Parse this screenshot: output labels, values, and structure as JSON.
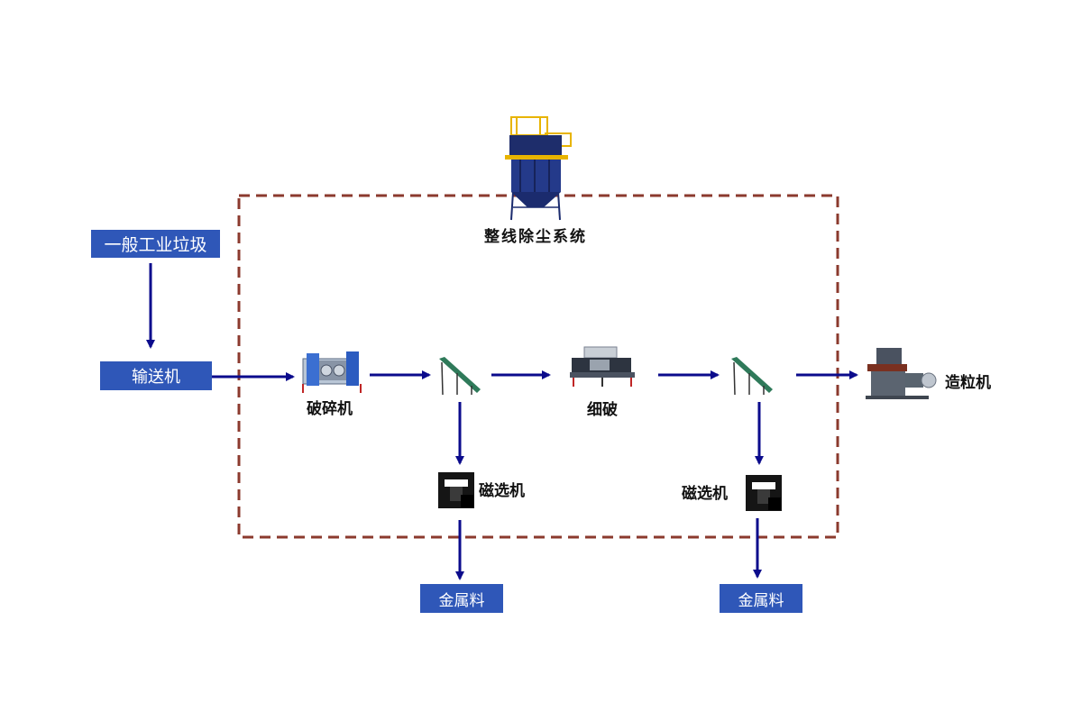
{
  "colors": {
    "arrow": "#0b0b8c",
    "box": "#2f57b8",
    "dashed_border": "#8b3a2e"
  },
  "boxes": {
    "source": "一般工业垃圾",
    "conveyor": "输送机",
    "metal_left": "金属料",
    "metal_right": "金属料"
  },
  "labels": {
    "dust": "整线除尘系统",
    "crusher": "破碎机",
    "fine": "细破",
    "magnet_left": "磁选机",
    "magnet_right": "磁选机",
    "granulator": "造粒机"
  },
  "icons": {
    "dust": "dust-collector-icon",
    "crusher": "crusher-icon",
    "belt_1": "belt-conveyor-icon",
    "fine": "shredder-icon",
    "belt_2": "belt-conveyor-icon",
    "granulator": "granulator-icon",
    "magnet_left": "magnetic-separator-icon",
    "magnet_right": "magnetic-separator-icon"
  }
}
